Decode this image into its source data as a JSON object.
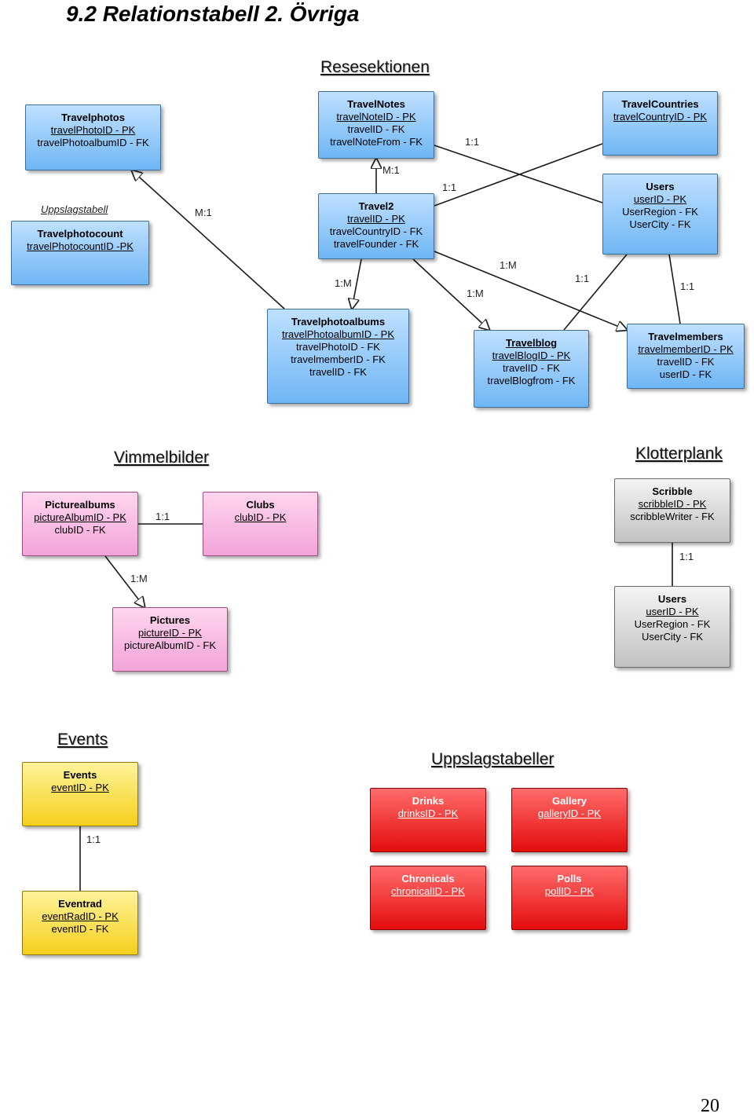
{
  "title": "9.2 Relationstabell 2. Övriga",
  "page_number": "20",
  "sections": {
    "resesektionen": "Resesektionen",
    "vimmelbilder": "Vimmelbilder",
    "klotterplank": "Klotterplank",
    "events": "Events",
    "uppslagstabeller": "Uppslagstabeller"
  },
  "uppslagstabell_label": "Uppslagstabell",
  "tables": {
    "travelphotos": {
      "name": "Travelphotos",
      "pk": "travelPhotoID - PK",
      "fks": [
        "travelPhotoalbumID - FK"
      ]
    },
    "travelnotes": {
      "name": "TravelNotes",
      "pk": "travelNoteID - PK",
      "fks": [
        "travelID - FK",
        "travelNoteFrom - FK"
      ]
    },
    "travelcountries": {
      "name": "TravelCountries",
      "pk": "travelCountryID - PK",
      "fks": []
    },
    "travelphotocount": {
      "name": "Travelphotocount",
      "pk": "travelPhotocountID -PK",
      "fks": []
    },
    "travel2": {
      "name": "Travel2",
      "pk": "travelID - PK",
      "fks": [
        "travelCountryID - FK",
        "travelFounder - FK"
      ]
    },
    "users": {
      "name": "Users",
      "pk": "userID - PK",
      "fks": [
        "UserRegion - FK",
        "UserCity - FK"
      ]
    },
    "travelphotoalbums": {
      "name": "Travelphotoalbums",
      "pk": "travelPhotoalbumID - PK",
      "fks": [
        "travelPhotoID - FK",
        "travelmemberID - FK",
        "travelID - FK"
      ]
    },
    "travelblog": {
      "name": "Travelblog",
      "pk": "travelBlogID - PK",
      "fks": [
        "travelID - FK",
        "travelBlogfrom - FK"
      ]
    },
    "travelmembers": {
      "name": "Travelmembers",
      "pk": "travelmemberID - PK",
      "fks": [
        "travelID - FK",
        "userID - FK"
      ]
    },
    "picturealbums": {
      "name": "Picturealbums",
      "pk": "pictureAlbumID - PK",
      "fks": [
        "clubID - FK"
      ]
    },
    "clubs": {
      "name": "Clubs",
      "pk": "clubID - PK",
      "fks": []
    },
    "pictures": {
      "name": "Pictures",
      "pk": "pictureID - PK",
      "fks": [
        "pictureAlbumID - FK"
      ]
    },
    "scribble": {
      "name": "Scribble",
      "pk": "scribbleID - PK",
      "fks": [
        "scribbleWriter - FK"
      ]
    },
    "users2": {
      "name": "Users",
      "pk": "userID - PK",
      "fks": [
        "UserRegion - FK",
        "UserCity - FK"
      ]
    },
    "events": {
      "name": "Events",
      "pk": "eventID - PK",
      "fks": []
    },
    "eventrad": {
      "name": "Eventrad",
      "pk": "eventRadID - PK",
      "fks": [
        "eventID - FK"
      ]
    },
    "drinks": {
      "name": "Drinks",
      "pk": "drinksID - PK",
      "fks": []
    },
    "gallery": {
      "name": "Gallery",
      "pk": "galleryID - PK",
      "fks": []
    },
    "chronicals": {
      "name": "Chronicals",
      "pk": "chronicalID - PK",
      "fks": []
    },
    "polls": {
      "name": "Polls",
      "pk": "pollID - PK",
      "fks": []
    }
  },
  "relations": {
    "photos_albums": "M:1",
    "travel2_travelnotes": "M:1",
    "travelnotes_users": "1:1",
    "travel2_countries": "1:1",
    "travel2_albums": "1:M",
    "travel2_blog": "1:M",
    "travel2_members": "1:M",
    "users_blog": "1:1",
    "users_members": "1:1",
    "picturealbums_clubs": "1:1",
    "picturealbums_pictures": "1:M",
    "scribble_users": "1:1",
    "events_eventrad": "1:1"
  }
}
